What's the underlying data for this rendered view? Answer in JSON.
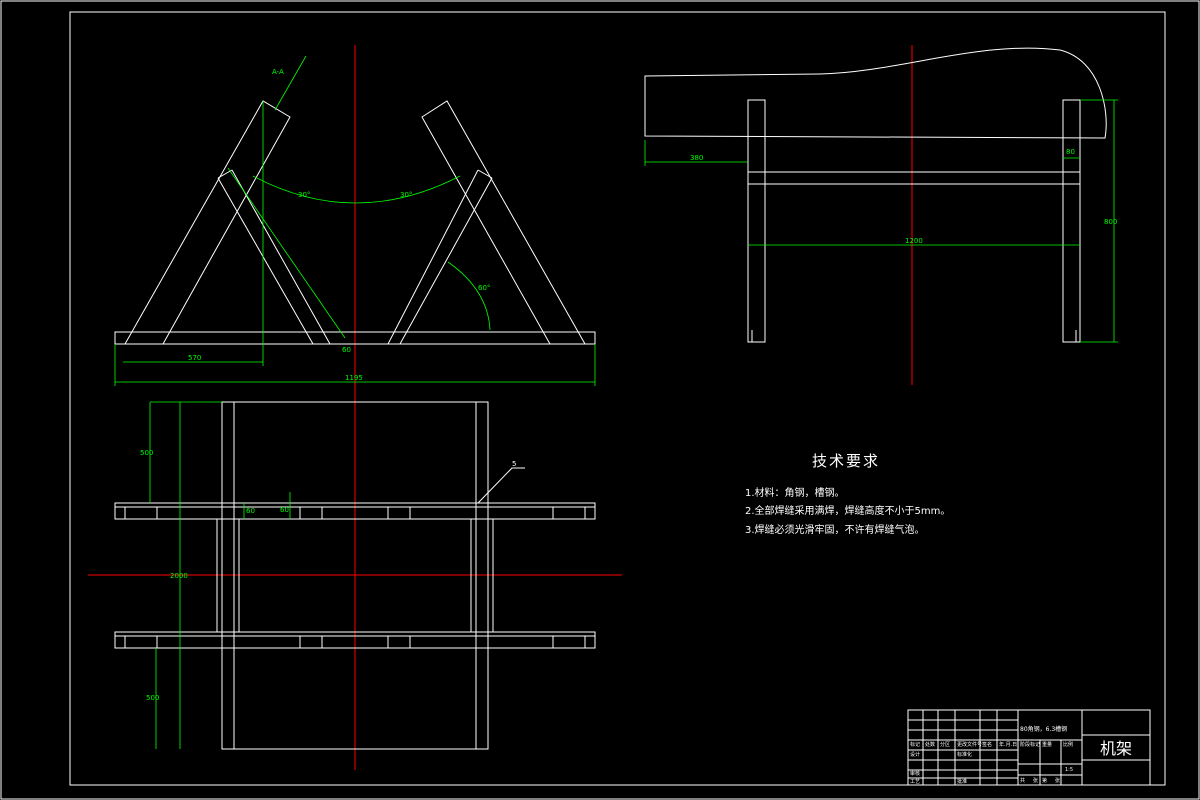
{
  "drawing": {
    "title": "机架",
    "material_note": "80角钢，6.3槽钢"
  },
  "technical_requirements": {
    "heading": "技术要求",
    "items": [
      "1.材料：角钢，槽钢。",
      "2.全部焊缝采用满焊，焊缝高度不小于5mm。",
      "3.焊缝必须光滑牢固，不许有焊缝气泡。"
    ]
  },
  "dimensions": {
    "front_angle_left": "30°",
    "front_angle_right": "30°",
    "leg_angle": "60°",
    "base_offset": "570",
    "base_length": "1195",
    "side_overhang": "380",
    "side_flange": "80",
    "side_span": "1200",
    "side_height": "800",
    "plan_top": "500",
    "plan_total": "2000",
    "plan_bottom": "500",
    "plan_small_a": "60",
    "plan_small_b": "60",
    "weld_note": "5",
    "sect_label": "A-A"
  },
  "title_block": {
    "row1": [
      "标记",
      "处数",
      "分区",
      "更改文件号",
      "签名",
      "年.月.日"
    ],
    "row2": [
      "设计",
      "",
      "",
      "标准化",
      "",
      ""
    ],
    "row3": [
      "审核",
      "",
      "",
      "",
      "",
      ""
    ],
    "row4": [
      "工艺",
      "",
      "",
      "批准",
      "",
      ""
    ],
    "mid_labels": [
      "阶段标记",
      "重量",
      "比例"
    ],
    "mid_bottom": [
      "共",
      "张",
      "第",
      "张"
    ],
    "scale": "1:5"
  }
}
